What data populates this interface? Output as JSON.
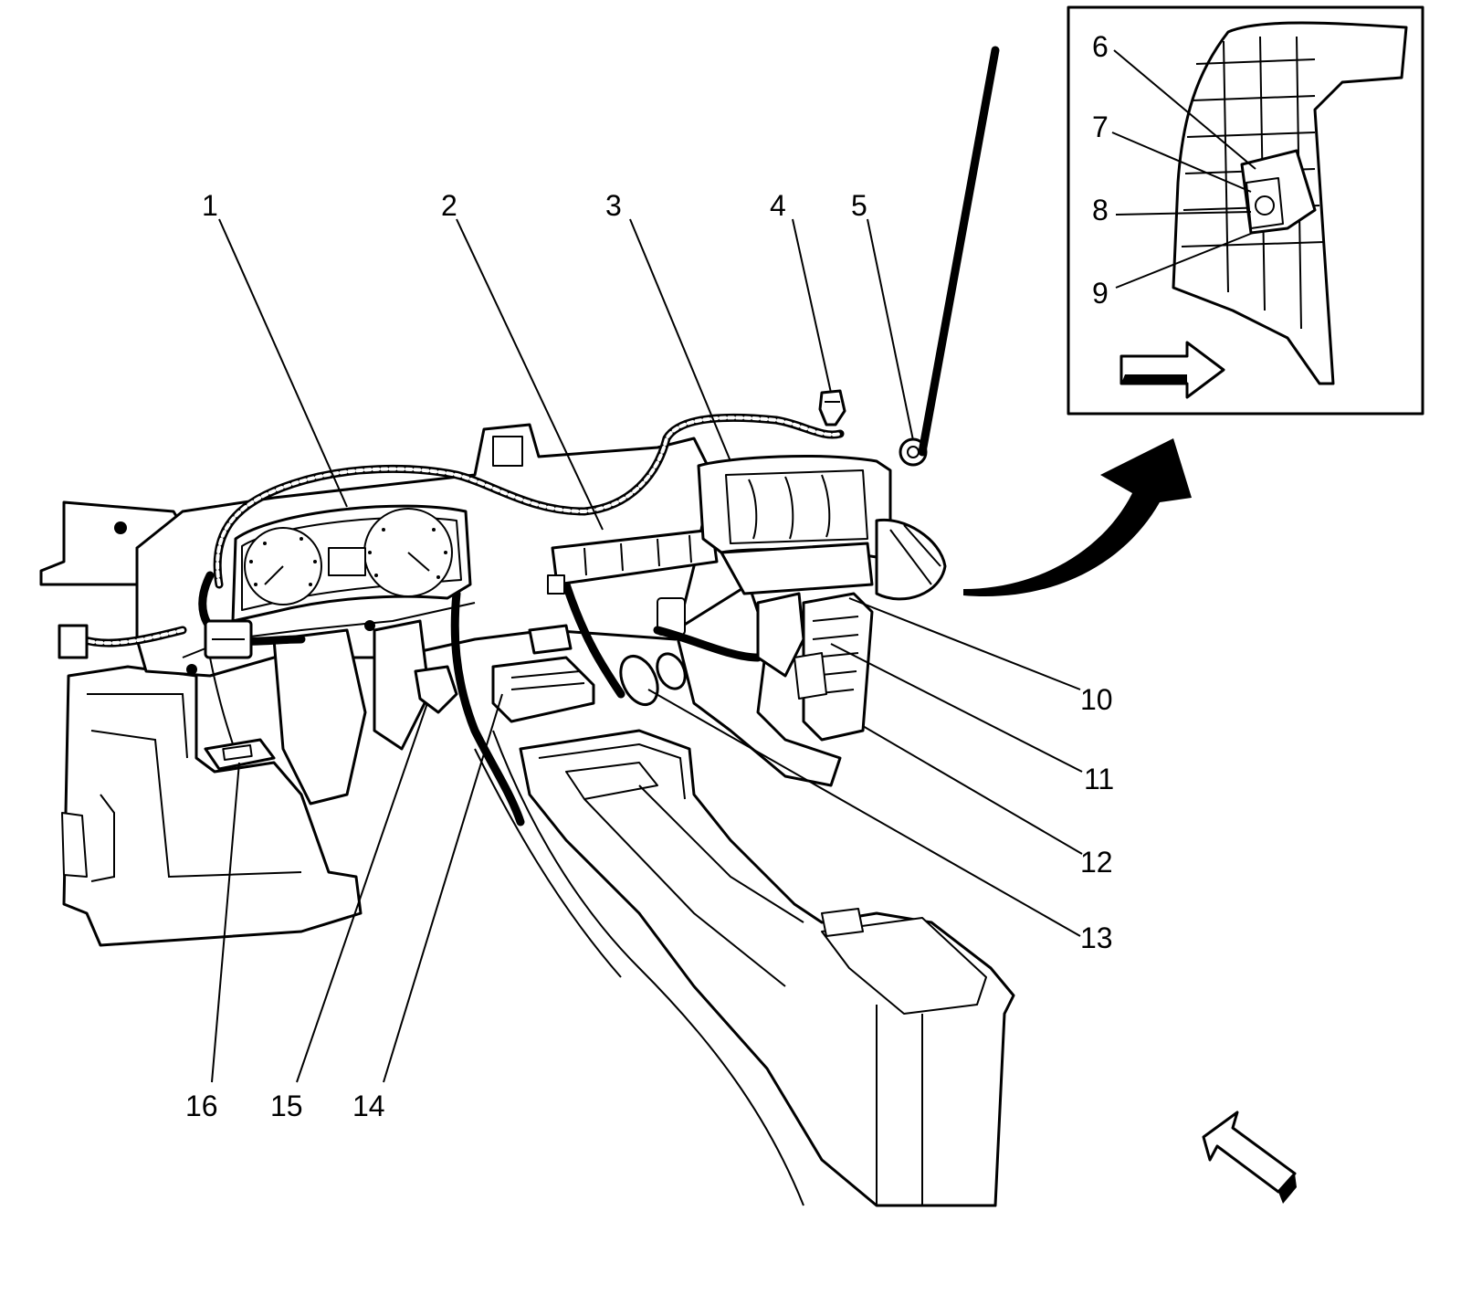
{
  "colors": {
    "line": "#000000",
    "background": "#ffffff"
  },
  "callouts": [
    {
      "id": "1",
      "label": "1"
    },
    {
      "id": "2",
      "label": "2"
    },
    {
      "id": "3",
      "label": "3"
    },
    {
      "id": "4",
      "label": "4"
    },
    {
      "id": "5",
      "label": "5"
    },
    {
      "id": "6",
      "label": "6"
    },
    {
      "id": "7",
      "label": "7"
    },
    {
      "id": "8",
      "label": "8"
    },
    {
      "id": "9",
      "label": "9"
    },
    {
      "id": "10",
      "label": "10"
    },
    {
      "id": "11",
      "label": "11"
    },
    {
      "id": "12",
      "label": "12"
    },
    {
      "id": "13",
      "label": "13"
    },
    {
      "id": "14",
      "label": "14"
    },
    {
      "id": "15",
      "label": "15"
    },
    {
      "id": "16",
      "label": "16"
    }
  ],
  "icons": {
    "inset_direction_arrow": "arrow-right-icon",
    "view_direction_arrow": "arrow-up-left-icon",
    "detail_curved_arrow": "curved-arrow-icon"
  }
}
